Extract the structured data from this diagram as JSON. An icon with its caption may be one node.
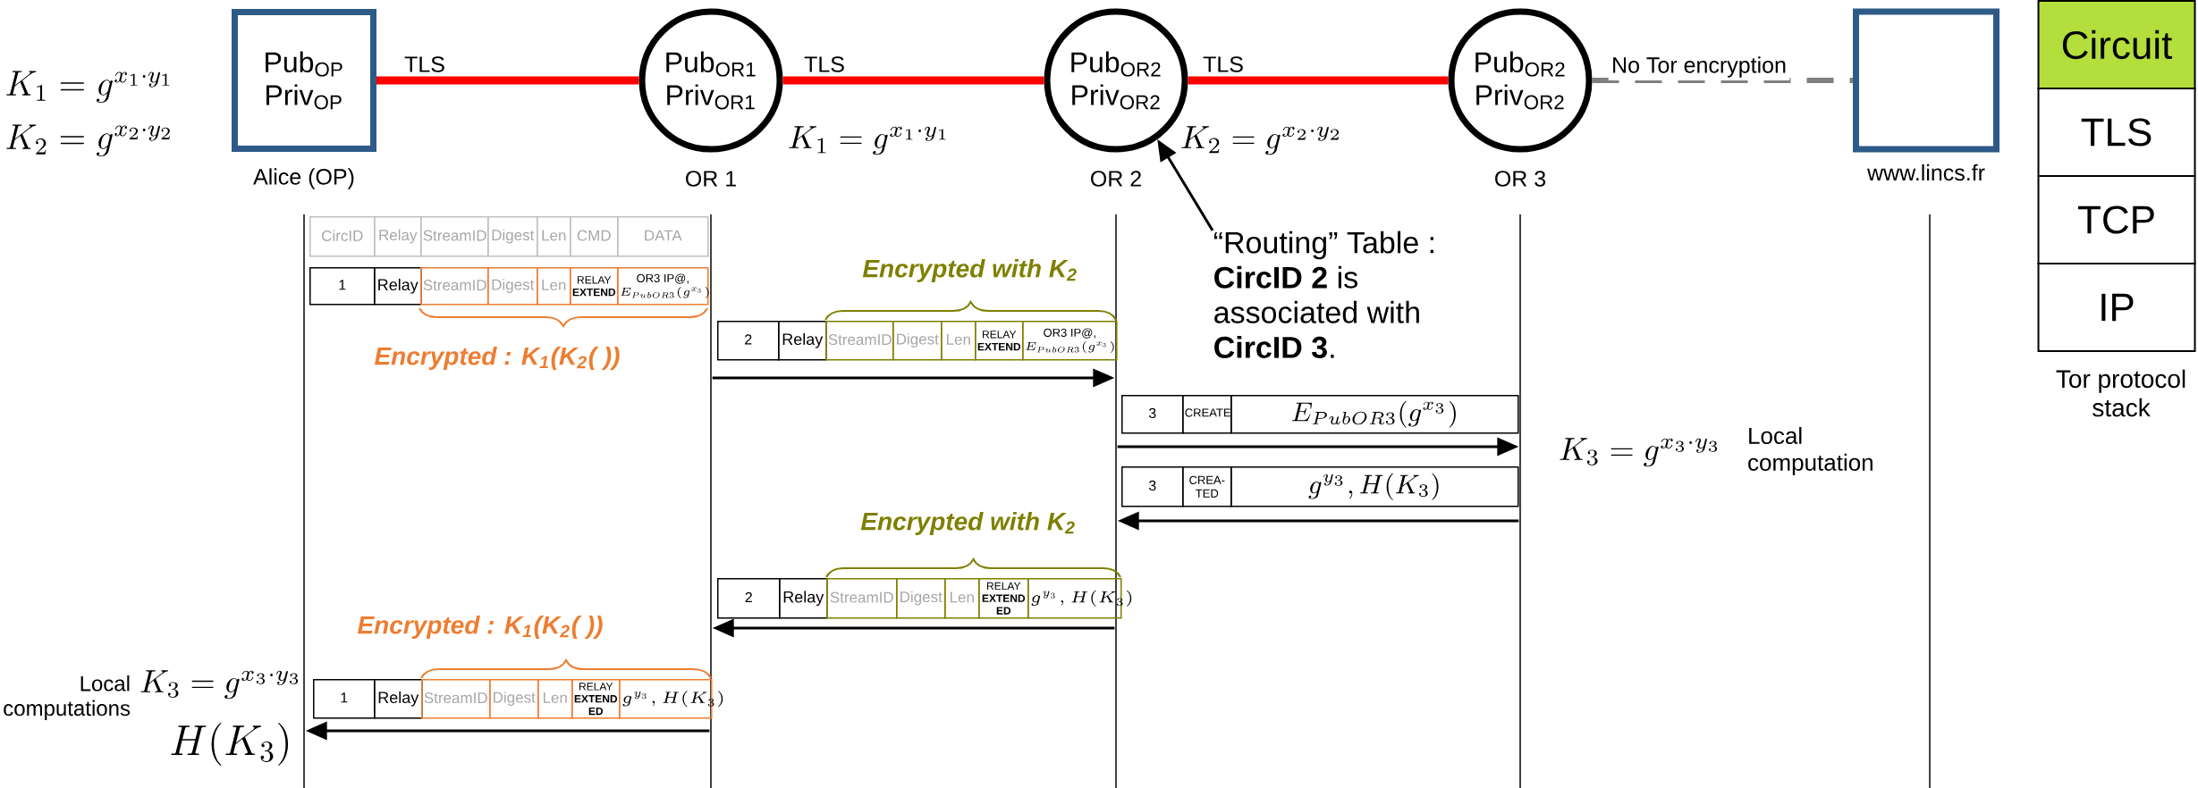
{
  "diagram": {
    "nodes": [
      {
        "text": [
          "Pub$_{OP}$ Priv$_{OP}$"
        ],
        "beside": [
          "Alice (OP)"
        ]
      },
      {
        "text": [
          "Pub$_{OR1}$ Priv$_{OR1}$"
        ],
        "beside": [
          "OR 1"
        ]
      },
      {
        "text": [
          "Pub$_{OR2}$ Priv$_{OR2}$"
        ],
        "beside": [
          "OR 2"
        ]
      },
      {
        "text": [
          "Pub$_{OR2}$ Priv$_{OR2}$"
        ],
        "beside": [
          "OR 3"
        ]
      },
      {
        "text": [],
        "shape": "box",
        "beside": [
          "www.lincs.fr"
        ]
      },
      {
        "text": [
          "Circuit"
        ]
      },
      {
        "text": [
          "TLS"
        ]
      },
      {
        "text": [
          "TCP"
        ]
      },
      {
        "text": [
          "IP"
        ],
        "beside": [
          "Tor protocol stack"
        ]
      },
      {
        "text": [],
        "shape": "bar"
      },
      {
        "text": [],
        "shape": "bar"
      },
      {
        "text": [],
        "shape": "bar"
      },
      {
        "text": [],
        "shape": "bar"
      },
      {
        "text": [],
        "shape": "bar"
      },
      {
        "text": [
          "“Routing” Table : **CircID 2** is associated with **CircID 3**."
        ]
      }
    ],
    "edges": [
      {
        "from": 0,
        "to": 1,
        "arrow": "none",
        "label": "TLS",
        "style": "thick",
        "color": "#ff0000"
      },
      {
        "from": 1,
        "to": 2,
        "arrow": "none",
        "label": "TLS",
        "style": "thick",
        "color": "#ff0000"
      },
      {
        "from": 2,
        "to": 3,
        "arrow": "none",
        "label": "TLS",
        "style": "thick",
        "color": "#ff0000"
      },
      {
        "from": 3,
        "to": 4,
        "arrow": "none",
        "label": "No Tor encryption",
        "style": "dashed",
        "color": "#7f7f7f"
      },
      {
        "from": 10,
        "to": 11,
        "arrow": "to"
      },
      {
        "from": 11,
        "to": 12,
        "arrow": "to"
      },
      {
        "from": 12,
        "to": 11,
        "arrow": "to"
      },
      {
        "from": 11,
        "to": 10,
        "arrow": "to"
      },
      {
        "from": 10,
        "to": 9,
        "arrow": "to"
      },
      {
        "from": 14,
        "to": 2,
        "arrow": "to"
      }
    ],
    "labels": [
      "K_1 = g^{x_1\\cdot y_1}",
      "K_2 = g^{x_2\\cdot y_2}",
      "K_1 = g^{x_1\\cdot y_1}",
      "K_2 = g^{x_2\\cdot y_2}",
      "CircID",
      "Relay",
      "StreamID",
      "Digest",
      "Len",
      "CMD",
      "DATA",
      "1",
      "Relay",
      "StreamID",
      "Digest",
      "Len",
      "RELAY **EXTEND**",
      "OR3 IP@,",
      "E_{PubOR3}(g^{x_3})",
      "Encrypted with K$_{2}$",
      "Encrypted : K$_{1}$(K$_{2}$( ))",
      "2",
      "Relay",
      "StreamID",
      "Digest",
      "Len",
      "RELAY **EXTEND**",
      "OR3 IP@,",
      "E_{PubOR3}(g^{x_3})",
      "3",
      "CREATE",
      "E_{PubOR3}(g^{x_3})",
      "K_3 = g^{x_3\\cdot y_3}",
      "Local computation",
      "3",
      "CREA- TED",
      "g^{y_3}, H(K_3)",
      "Encrypted with K$_{2}$",
      "2",
      "Relay",
      "StreamID",
      "Digest",
      "Len",
      "RELAY **EXTEND ED**",
      "g^{y_3}, H(K_3)",
      "Encrypted : K$_{1}$(K$_{2}$( ))",
      "Local computations",
      "K_3 = g^{x_3\\cdot y_3}",
      "H(K_3)",
      "1",
      "Relay",
      "StreamID",
      "Digest",
      "Len",
      "RELAY **EXTEND ED**",
      "g^{y_3}, H(K_3)"
    ]
  }
}
